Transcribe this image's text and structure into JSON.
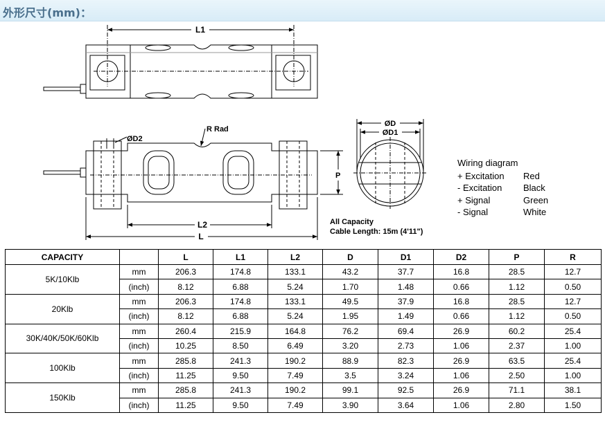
{
  "header": {
    "title": "外形尺寸(mm)："
  },
  "drawing": {
    "top_view": {
      "l1": "L1"
    },
    "side_view": {
      "d2": "ØD2",
      "r_rad": "R Rad",
      "p": "P",
      "l2": "L2",
      "l": "L"
    },
    "end_view": {
      "d": "ØD",
      "d1": "ØD1"
    }
  },
  "wiring": {
    "title": "Wiring diagram",
    "rows": [
      {
        "name": "+ Excitation",
        "color": "Red"
      },
      {
        "name": "- Excitation",
        "color": "Black"
      },
      {
        "name": "+ Signal",
        "color": "Green"
      },
      {
        "name": "- Signal",
        "color": "White"
      }
    ]
  },
  "note": {
    "capacity": "All Capacity",
    "cable": "Cable Length: 15m (4'11\")"
  },
  "spec_table": {
    "headers": [
      "CAPACITY",
      "",
      "L",
      "L1",
      "L2",
      "D",
      "D1",
      "D2",
      "P",
      "R"
    ],
    "groups": [
      {
        "capacity": "5K/10Klb",
        "rows": [
          {
            "unit": "mm",
            "values": [
              "206.3",
              "174.8",
              "133.1",
              "43.2",
              "37.7",
              "16.8",
              "28.5",
              "12.7"
            ]
          },
          {
            "unit": "(inch)",
            "values": [
              "8.12",
              "6.88",
              "5.24",
              "1.70",
              "1.48",
              "0.66",
              "1.12",
              "0.50"
            ]
          }
        ]
      },
      {
        "capacity": "20Klb",
        "rows": [
          {
            "unit": "mm",
            "values": [
              "206.3",
              "174.8",
              "133.1",
              "49.5",
              "37.9",
              "16.8",
              "28.5",
              "12.7"
            ]
          },
          {
            "unit": "(inch)",
            "values": [
              "8.12",
              "6.88",
              "5.24",
              "1.95",
              "1.49",
              "0.66",
              "1.12",
              "0.50"
            ]
          }
        ]
      },
      {
        "capacity": "30K/40K/50K/60Klb",
        "rows": [
          {
            "unit": "mm",
            "values": [
              "260.4",
              "215.9",
              "164.8",
              "76.2",
              "69.4",
              "26.9",
              "60.2",
              "25.4"
            ]
          },
          {
            "unit": "(inch)",
            "values": [
              "10.25",
              "8.50",
              "6.49",
              "3.20",
              "2.73",
              "1.06",
              "2.37",
              "1.00"
            ]
          }
        ]
      },
      {
        "capacity": "100Klb",
        "rows": [
          {
            "unit": "mm",
            "values": [
              "285.8",
              "241.3",
              "190.2",
              "88.9",
              "82.3",
              "26.9",
              "63.5",
              "25.4"
            ]
          },
          {
            "unit": "(inch)",
            "values": [
              "11.25",
              "9.50",
              "7.49",
              "3.5",
              "3.24",
              "1.06",
              "2.50",
              "1.00"
            ]
          }
        ]
      },
      {
        "capacity": "150Klb",
        "rows": [
          {
            "unit": "mm",
            "values": [
              "285.8",
              "241.3",
              "190.2",
              "99.1",
              "92.5",
              "26.9",
              "71.1",
              "38.1"
            ]
          },
          {
            "unit": "(inch)",
            "values": [
              "11.25",
              "9.50",
              "7.49",
              "3.90",
              "3.64",
              "1.06",
              "2.80",
              "1.50"
            ]
          }
        ]
      }
    ]
  }
}
